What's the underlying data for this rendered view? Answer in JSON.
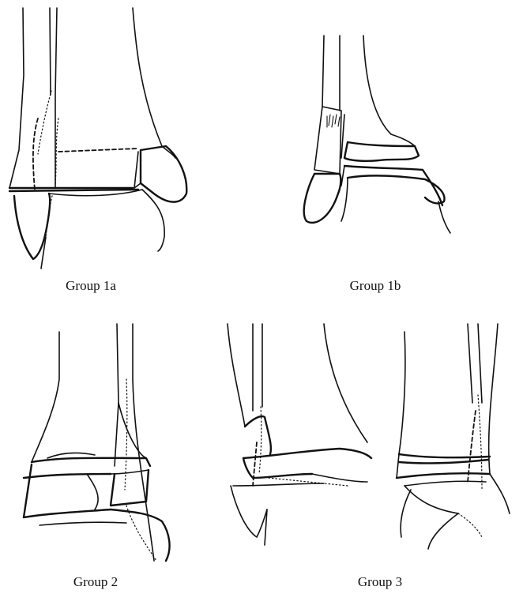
{
  "panels": [
    {
      "id": "1a",
      "label": "Group 1a"
    },
    {
      "id": "1b",
      "label": "Group 1b"
    },
    {
      "id": "2",
      "label": "Group 2"
    },
    {
      "id": "3",
      "label": "Group 3"
    }
  ]
}
